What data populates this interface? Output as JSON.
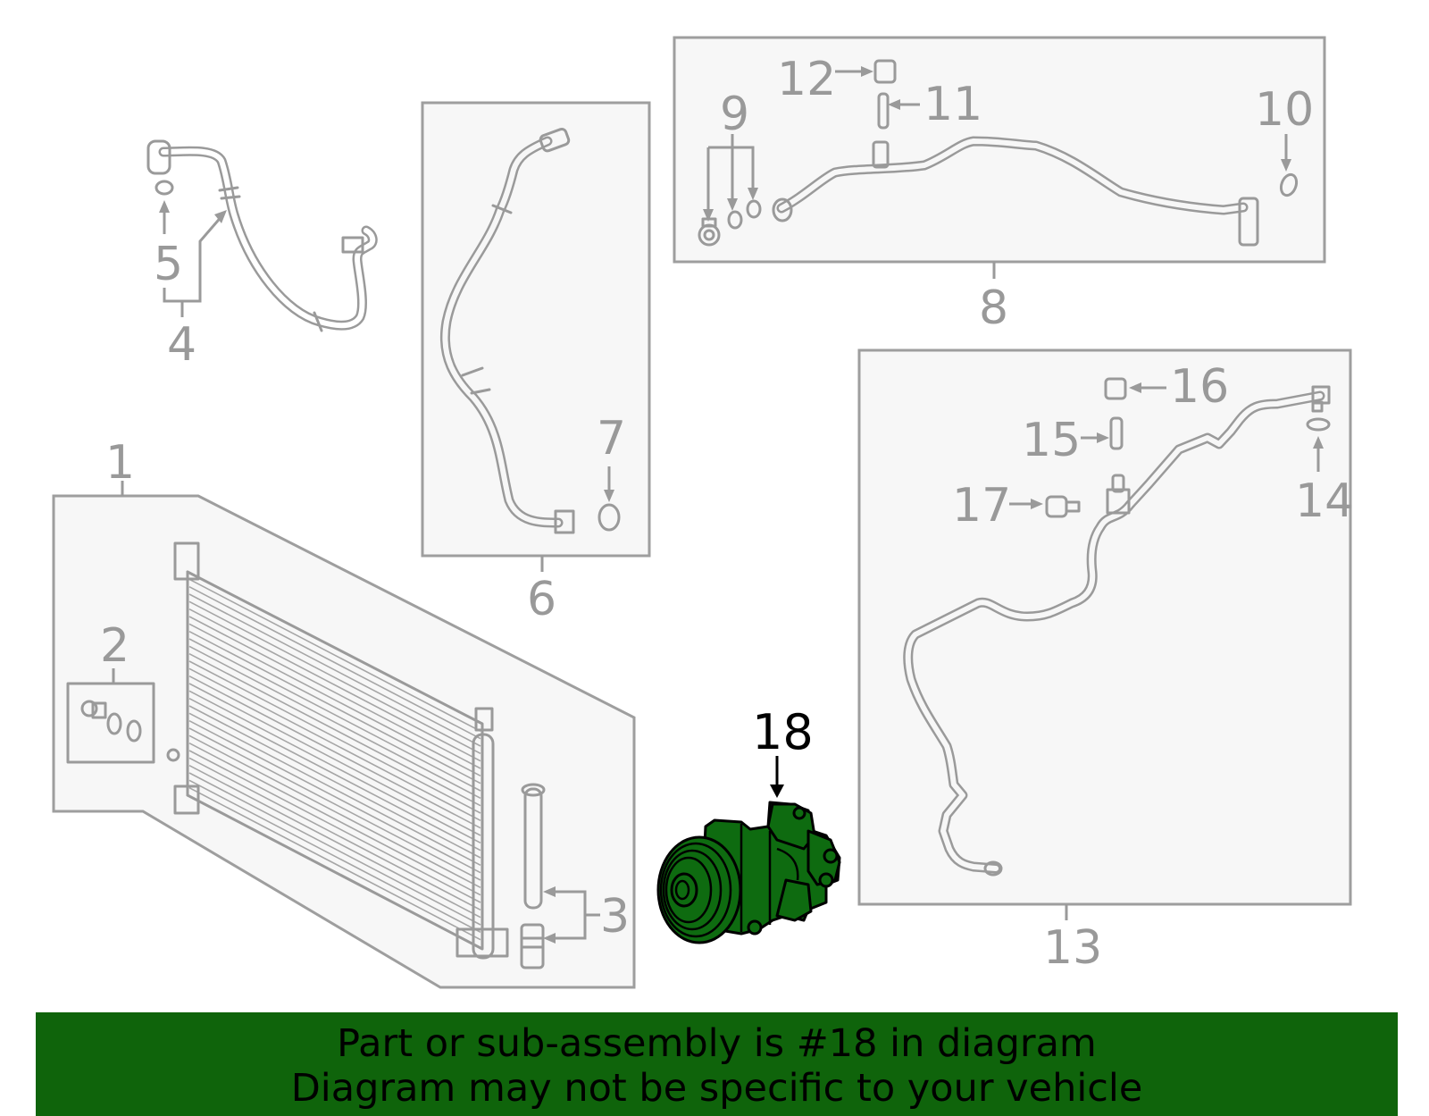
{
  "callouts": {
    "c1": "1",
    "c2": "2",
    "c3": "3",
    "c4": "4",
    "c5": "5",
    "c6": "6",
    "c7": "7",
    "c8": "8",
    "c9": "9",
    "c10": "10",
    "c11": "11",
    "c12": "12",
    "c13": "13",
    "c14": "14",
    "c15": "15",
    "c16": "16",
    "c17": "17",
    "c18": "18"
  },
  "banner": {
    "line1": "Part or sub-assembly is #18 in diagram",
    "line2": "Diagram may not be specific to your vehicle"
  },
  "colors": {
    "highlight": "#0e6b10",
    "banner_bg": "#0f640b",
    "line_gray": "#9a9a9a",
    "panel_fill": "#f7f7f7"
  }
}
